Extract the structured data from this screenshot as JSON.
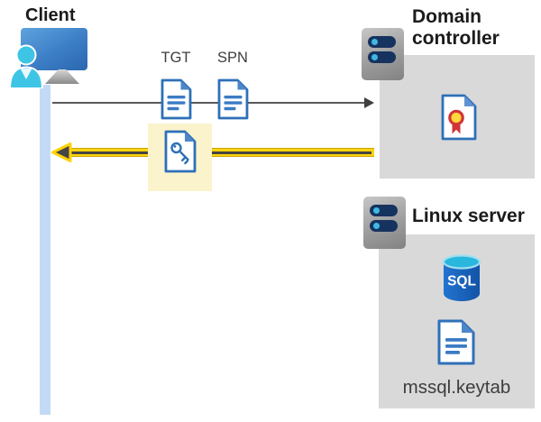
{
  "diagram": {
    "client": {
      "label": "Client"
    },
    "tickets": {
      "tgt": "TGT",
      "spn": "SPN"
    },
    "domain_controller": {
      "label": "Domain controller"
    },
    "linux_server": {
      "label": "Linux server",
      "sql_badge": "SQL",
      "keytab_file": "mssql.keytab"
    }
  },
  "icons": {
    "client": "user-at-monitor-icon",
    "tgt": "document-icon",
    "spn": "document-icon",
    "service_ticket": "key-document-icon",
    "domain_controller": "server-icon",
    "certificate": "certificate-icon",
    "linux_server": "server-icon",
    "sql": "sql-database-icon",
    "keytab": "document-icon"
  },
  "colors": {
    "doc_blue": "#2e70b8",
    "doc_fold_blue": "#4d87ca",
    "gray_panel": "#d9d9d9",
    "highlight_yellow": "#fbf3cc",
    "arrow_yellow": "#ffd30a",
    "arrow_dark": "#454545",
    "request_arrow_gray": "#595959",
    "client_bar_blue": "#c3daf6",
    "server_navy": "#16335f",
    "server_dot_cyan": "#41b8e3",
    "sql_body_blue": "#1a63c4",
    "sql_top_cyan": "#29b7dd",
    "seal_yellow": "#ffd83b",
    "seal_red": "#d13438"
  }
}
